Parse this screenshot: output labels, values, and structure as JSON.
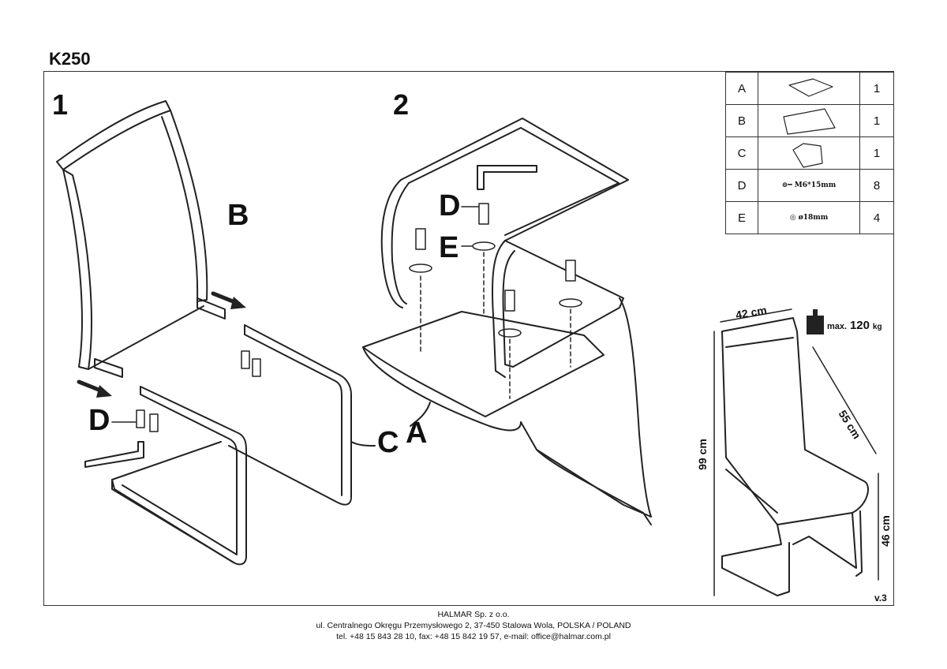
{
  "doc": {
    "title": "K250",
    "version": "v.3"
  },
  "steps": {
    "step1": "1",
    "step2": "2"
  },
  "labels": {
    "B": "B",
    "C": "C",
    "D1": "D",
    "D2": "D",
    "E": "E",
    "A": "A"
  },
  "parts": [
    {
      "letter": "A",
      "desc": "",
      "qty": "1"
    },
    {
      "letter": "B",
      "desc": "",
      "qty": "1"
    },
    {
      "letter": "C",
      "desc": "",
      "qty": "1"
    },
    {
      "letter": "D",
      "desc": "M6*15mm",
      "qty": "8"
    },
    {
      "letter": "E",
      "desc": "ø18mm",
      "qty": "4"
    }
  ],
  "dimensions": {
    "width": "42 cm",
    "depth": "55 cm",
    "height": "99 cm",
    "seat_height": "46 cm",
    "max_prefix": "max.",
    "max_value": "120",
    "max_unit": "kg"
  },
  "footer": {
    "company": "HALMAR Sp. z o.o.",
    "address": "ul. Centralnego Okręgu Przemysłowego 2, 37-450 Stalowa Wola, POLSKA / POLAND",
    "contact": "tel. +48 15 843 28 10, fax: +48 15 842 19 57, e-mail: office@halmar.com.pl"
  }
}
